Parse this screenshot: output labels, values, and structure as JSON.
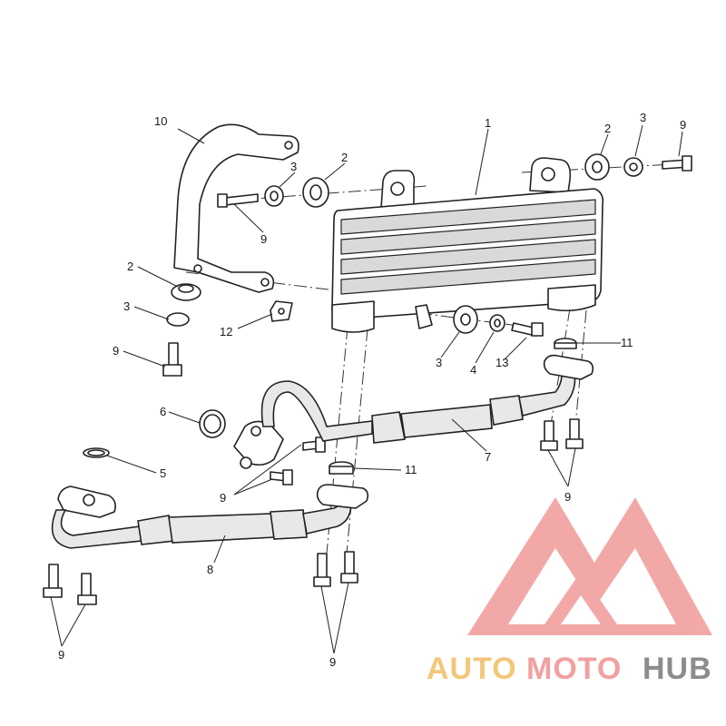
{
  "callouts": {
    "c1": "1",
    "c2a": "2",
    "c2b": "2",
    "c2c": "2",
    "c3a": "3",
    "c3b": "3",
    "c3c": "3",
    "c3d": "3",
    "c4": "4",
    "c5": "5",
    "c6": "6",
    "c7": "7",
    "c8": "8",
    "c9a": "9",
    "c9b": "9",
    "c9c": "9",
    "c9d": "9",
    "c9e": "9",
    "c9f": "9",
    "c9g": "9",
    "c10": "10",
    "c11a": "11",
    "c11b": "11",
    "c12": "12",
    "c13": "13"
  },
  "watermark": {
    "part1": "AUTO",
    "part2": "MOTO",
    "part3": "HUB",
    "colors": {
      "auto": "#f3c77a",
      "moto": "#f2a0a0",
      "hub": "#8c8c8c",
      "logo": "#f29a9a"
    }
  }
}
